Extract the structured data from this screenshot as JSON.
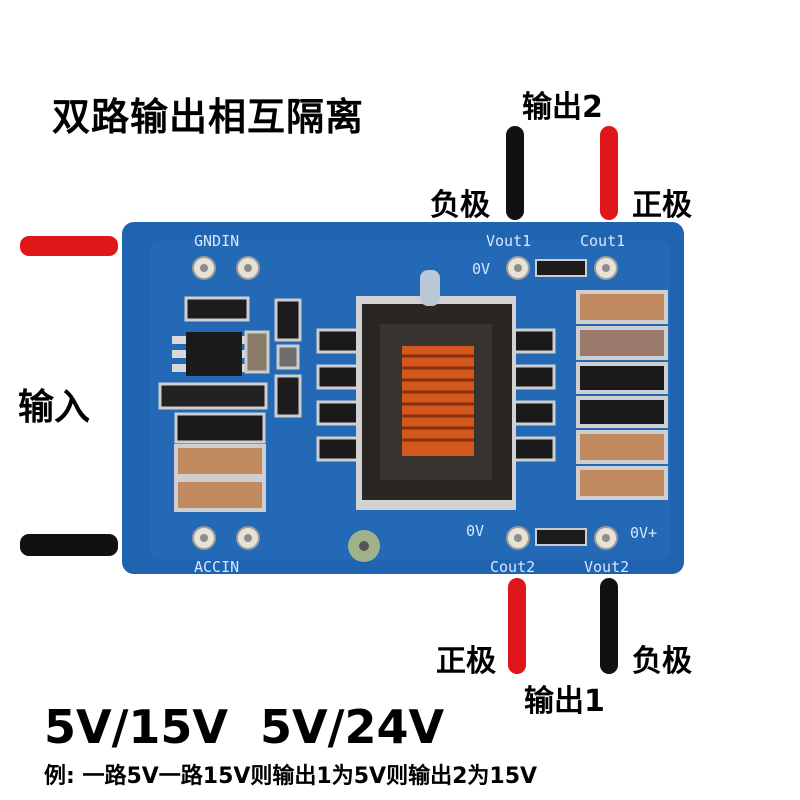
{
  "title": "双路输出相互隔离",
  "labels": {
    "output2": "输出2",
    "output1": "输出1",
    "input": "输入",
    "out2_negative": "负极",
    "out2_positive": "正极",
    "out1_positive": "正极",
    "out1_negative": "负极"
  },
  "spec": "5V/15V  5V/24V",
  "example": "例: 一路5V一路15V则输出1为5V则输出2为15V",
  "colors": {
    "pcb": "#1f64b0",
    "wire_red": "#e0161a",
    "wire_black": "#111111",
    "coil": "#d2581e"
  }
}
